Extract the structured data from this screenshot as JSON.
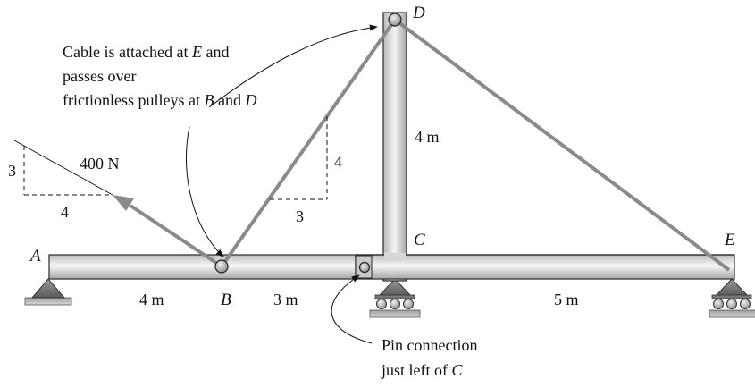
{
  "points": {
    "A": "A",
    "B": "B",
    "C": "C",
    "D": "D",
    "E": "E"
  },
  "dimensions": {
    "ab": "4 m",
    "bc": "3 m",
    "ce": "5 m",
    "cd": "4 m"
  },
  "load": {
    "magnitude": "400 N",
    "slope_rise": "3",
    "slope_run": "4"
  },
  "cable_slope": {
    "rise": "4",
    "run": "3"
  },
  "cable_note": {
    "line1_pre": "Cable is attached at ",
    "line1_pt": "E",
    "line1_post": " and",
    "line2": "passes over",
    "line3_pre": "frictionless pulleys at ",
    "line3_pt1": "B",
    "line3_mid": " and ",
    "line3_pt2": "D"
  },
  "pin_note": {
    "line1": "Pin connection",
    "line2_pre": "just left of ",
    "line2_pt": "C"
  },
  "colors": {
    "member_light": "#f4f4f4",
    "member_dark": "#a9a9a9",
    "cable": "#8a8a8a",
    "outline": "#2a2a2a"
  }
}
